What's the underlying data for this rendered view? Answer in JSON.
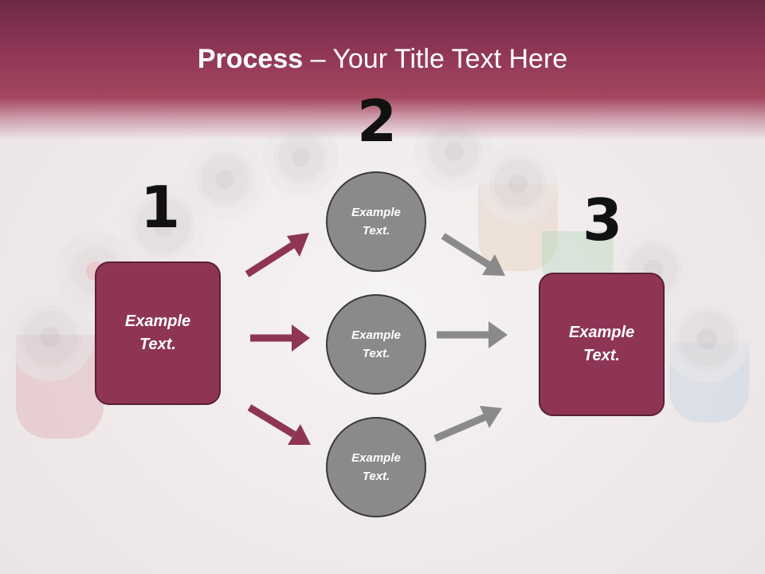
{
  "slide": {
    "title_bold": "Process",
    "title_rest": " – Your Title Text Here",
    "steps": [
      {
        "number": "1",
        "text": "Example\nText."
      },
      {
        "number": "2",
        "text": "Example\nText."
      },
      {
        "number": "3",
        "text": "Example\nText."
      }
    ],
    "circles": [
      {
        "text": "Example\nText."
      },
      {
        "text": "Example\nText."
      },
      {
        "text": "Example\nText."
      }
    ]
  },
  "colors": {
    "header": "#8e3556",
    "box_fill": "#8e3556",
    "box_border": "#5a2035",
    "circle_fill": "#8a8a8a",
    "arrow_left": "#8e3556",
    "arrow_right": "#8a8a8a"
  },
  "icons": {
    "background": "thread-spools-photo"
  }
}
